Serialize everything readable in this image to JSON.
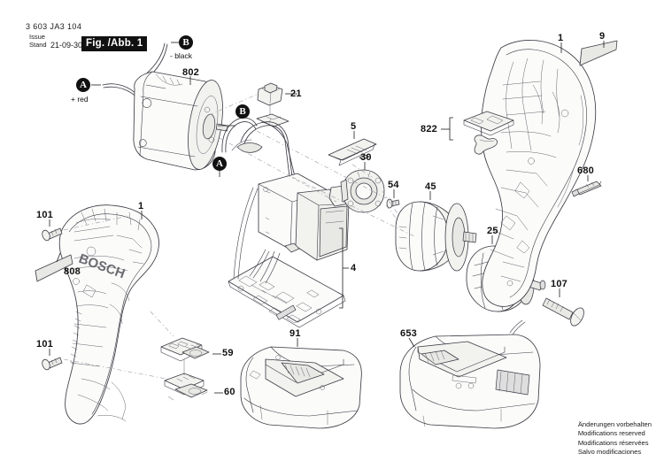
{
  "header": {
    "part_number": "3 603 JA3 104",
    "issue_label": "Issue",
    "stand_label": "Stand",
    "date": "21-09-30",
    "figure": "Fig. /Abb. 1"
  },
  "footer": {
    "line_de": "Änderungen vorbehalten",
    "line_en": "Modifications reserved",
    "line_fr": "Modifications réservées",
    "line_es": "Salvo modificaciones"
  },
  "markers": [
    {
      "id": "A-top",
      "letter": "A",
      "note": "+ red"
    },
    {
      "id": "B-top",
      "letter": "B",
      "note": "- black"
    },
    {
      "id": "A-mid",
      "letter": "A",
      "note": ""
    },
    {
      "id": "B-mid",
      "letter": "B",
      "note": ""
    }
  ],
  "callouts": [
    {
      "id": "802",
      "label": "802",
      "part": "motor"
    },
    {
      "id": "21",
      "label": "21",
      "part": "switch-cap"
    },
    {
      "id": "5",
      "label": "5",
      "part": "clip-plate"
    },
    {
      "id": "30",
      "label": "30",
      "part": "motor-flange"
    },
    {
      "id": "54",
      "label": "54",
      "part": "screw-small"
    },
    {
      "id": "45",
      "label": "45",
      "part": "gearbox"
    },
    {
      "id": "25",
      "label": "25",
      "part": "chuck"
    },
    {
      "id": "107",
      "label": "107",
      "part": "chuck-screw"
    },
    {
      "id": "4",
      "label": "4",
      "part": "electronics-assembly"
    },
    {
      "id": "1-right",
      "label": "1",
      "part": "housing-half-right"
    },
    {
      "id": "9",
      "label": "9",
      "part": "label-strip"
    },
    {
      "id": "822",
      "label": "822",
      "part": "belt-clip-set"
    },
    {
      "id": "680",
      "label": "680",
      "part": "bit-holder"
    },
    {
      "id": "1-left",
      "label": "1",
      "part": "housing-half-left"
    },
    {
      "id": "101-top",
      "label": "101",
      "part": "housing-screw"
    },
    {
      "id": "101-bottom",
      "label": "101",
      "part": "housing-screw"
    },
    {
      "id": "808",
      "label": "808",
      "part": "nameplate"
    },
    {
      "id": "59",
      "label": "59",
      "part": "contact-block"
    },
    {
      "id": "60",
      "label": "60",
      "part": "contact-block"
    },
    {
      "id": "91",
      "label": "91",
      "part": "battery-pack"
    },
    {
      "id": "653",
      "label": "653",
      "part": "charger"
    }
  ]
}
